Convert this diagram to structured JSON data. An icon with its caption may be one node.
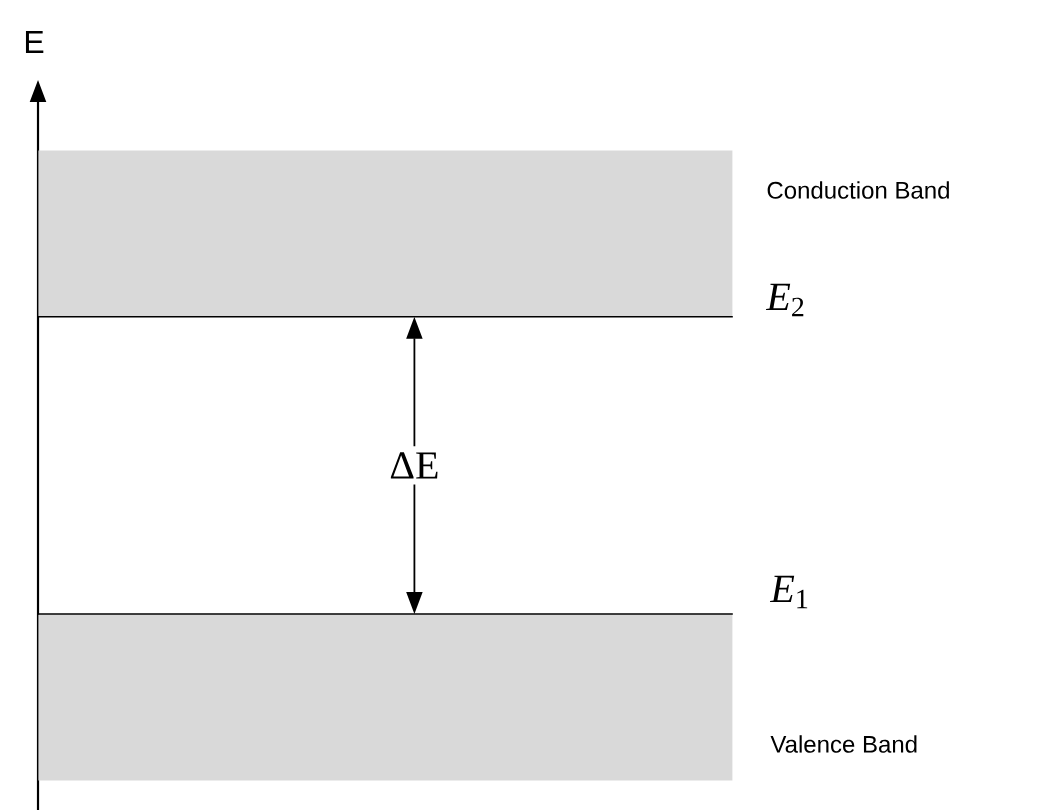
{
  "diagram": {
    "nodes": [
      {
        "text": [
          "Conduction Band"
        ],
        "beside": [
          "*E*$_{2}$"
        ]
      },
      {
        "text": [
          "Valence Band"
        ],
        "beside": [
          "*E*$_{1}$"
        ]
      }
    ],
    "edges": [
      {
        "from": 0,
        "to": 1,
        "arrow": "both",
        "label": "ΔE"
      }
    ],
    "labels": [
      "E"
    ]
  }
}
